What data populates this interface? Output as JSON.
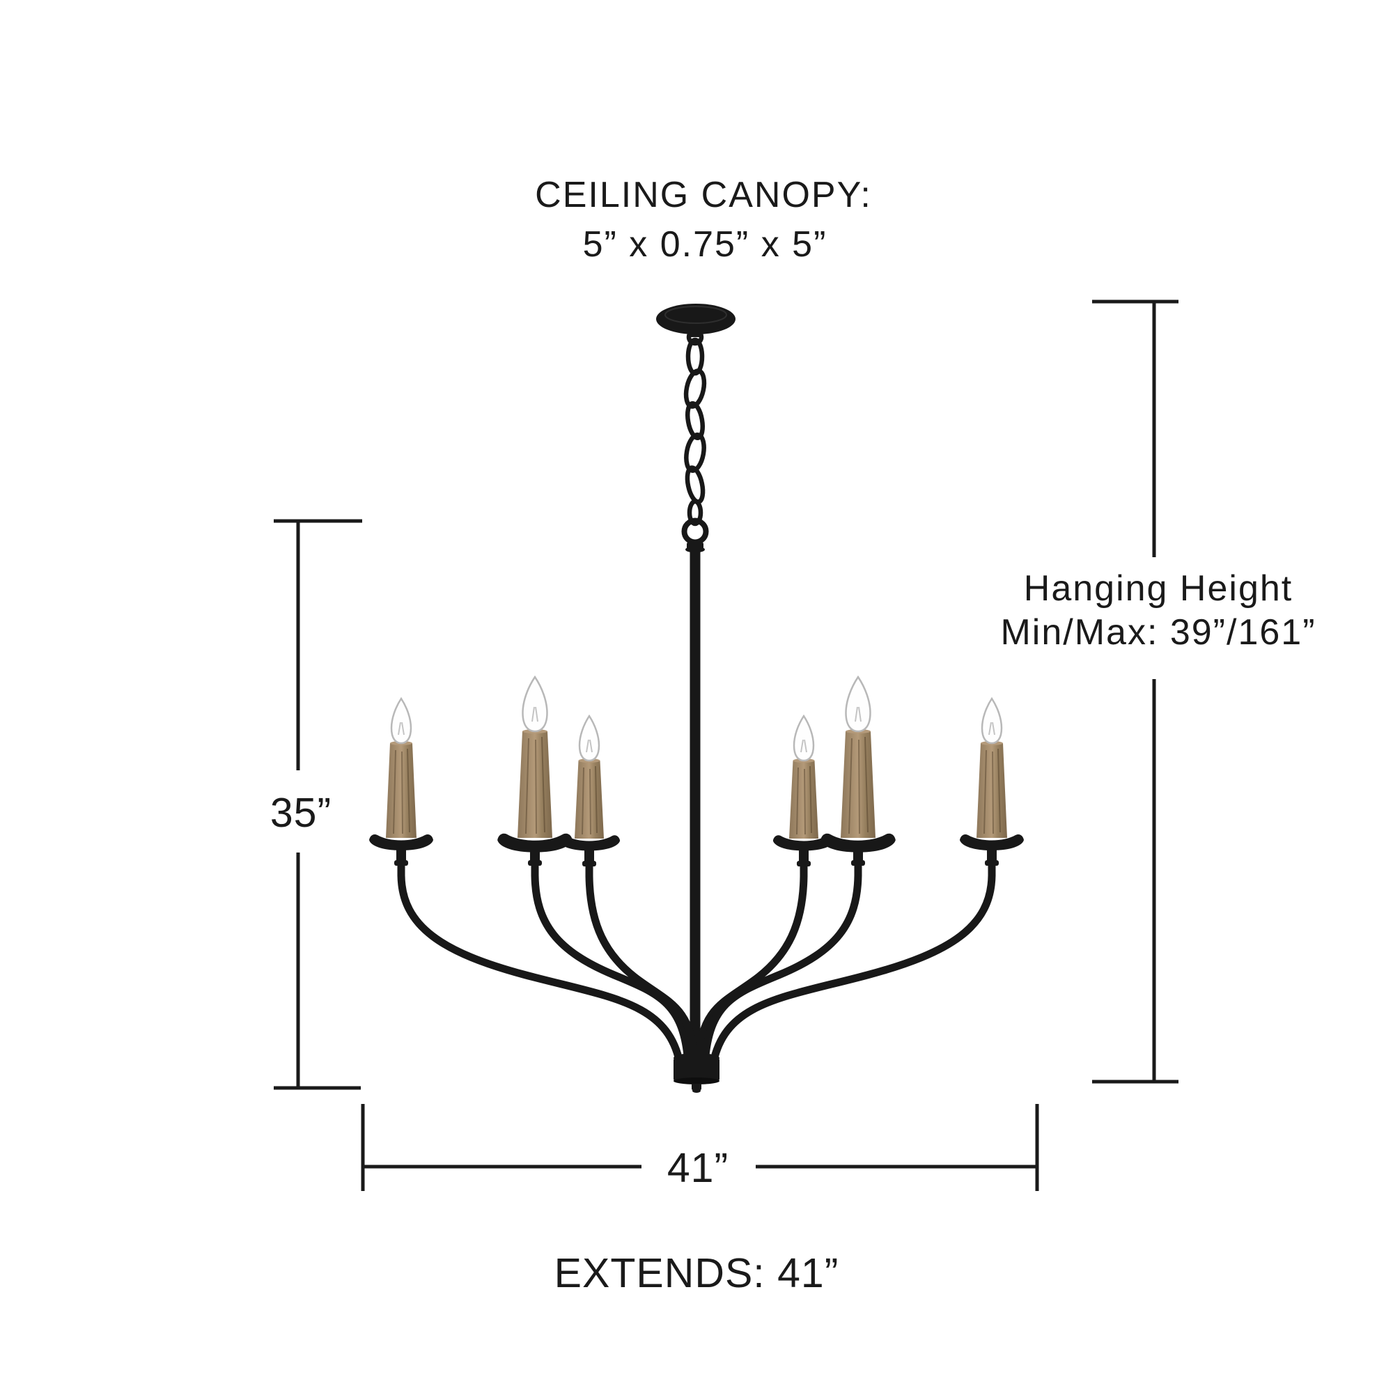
{
  "labels": {
    "canopy_line1": "CEILING CANOPY:",
    "canopy_line2": "5” x 0.75” x 5”",
    "hanging_line1": "Hanging Height",
    "hanging_line2": "Min/Max: 39”/161”",
    "height_dim": "35”",
    "width_dim": "41”",
    "extends": "EXTENDS: 41”"
  },
  "fixture": {
    "type": "6-light candle-style chandelier",
    "lights": 6
  },
  "colors": {
    "text": "#1a1a1a",
    "dimension_line": "#1a1a1a",
    "metal": "#181818",
    "wood": "#9a8264",
    "wood_dark": "#7d684c",
    "wood_light": "#b49a7a",
    "bulb_fill": "#fefefe",
    "bulb_outline": "#b8b8b8",
    "background": "#ffffff"
  }
}
